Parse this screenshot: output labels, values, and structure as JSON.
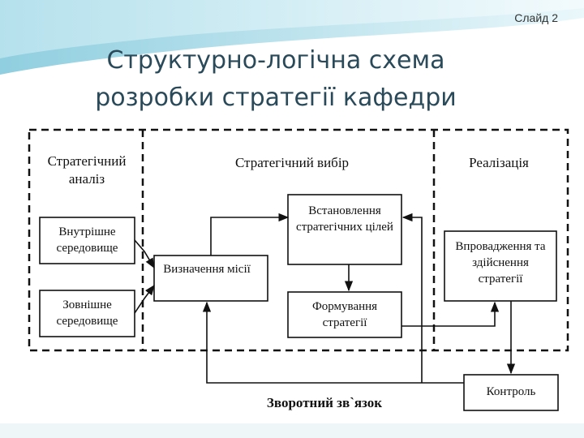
{
  "slide": {
    "number": "Слайд 2",
    "title_line1": "Структурно-логічна схема",
    "title_line2": "розробки стратегії кафедри"
  },
  "sections": {
    "analysis": "Стратегічний аналіз",
    "choice": "Стратегічний вибір",
    "implementation": "Реалізація"
  },
  "boxes": {
    "internal_env": "Внутрішне середовище",
    "external_env": "Зовнішне середовище",
    "mission": "Визначення місії",
    "goals": "Встановлення стратегічних цілей",
    "formation": "Формування стратегії",
    "implementation": "Впровадження та здійснення стратегії",
    "control": "Контроль"
  },
  "feedback": {
    "label": "Зворотний зв`язок"
  },
  "colors": {
    "title": "#2a4a5a",
    "line": "#111111",
    "accent_top": "#9fd8e6"
  }
}
